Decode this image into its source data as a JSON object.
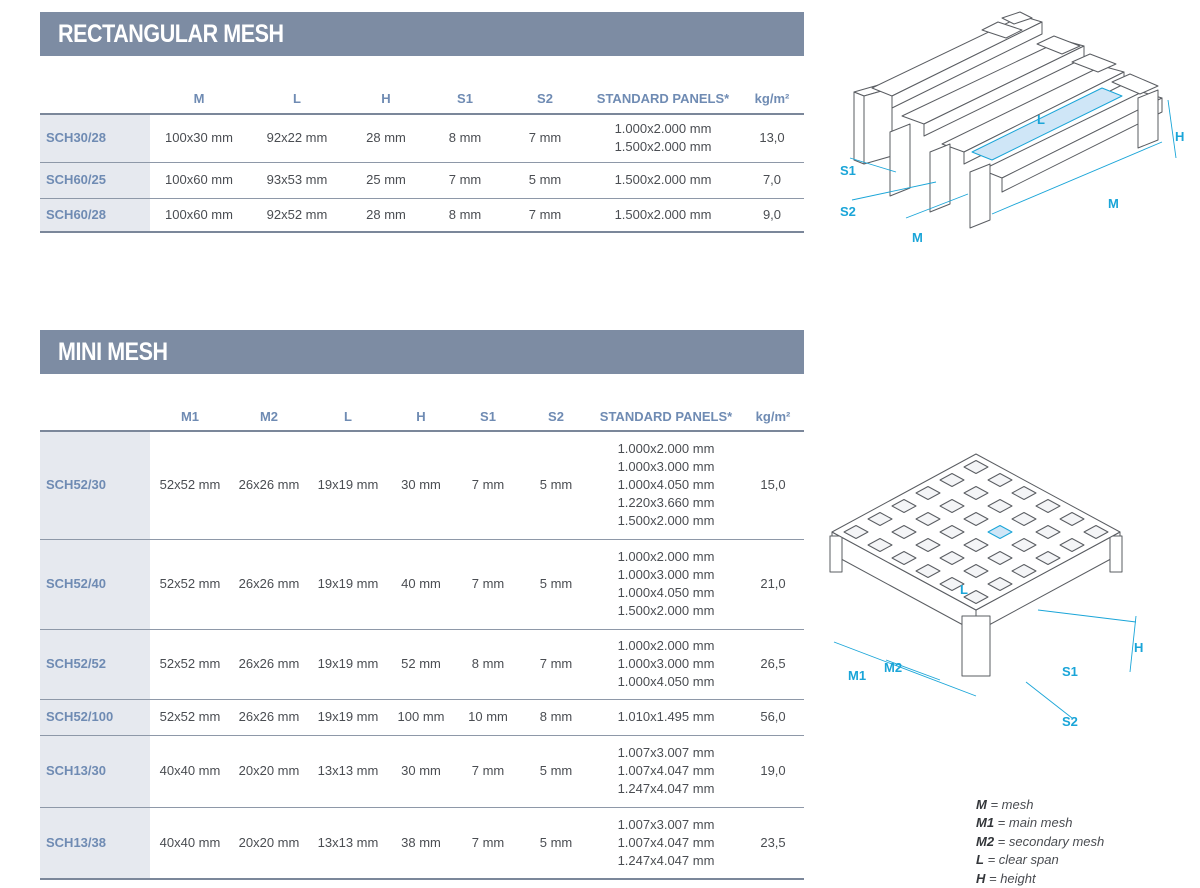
{
  "rectangular": {
    "title": "RECTANGULAR MESH",
    "headers": [
      "",
      "M",
      "L",
      "H",
      "S1",
      "S2",
      "STANDARD PANELS*",
      "kg/m²"
    ],
    "rows": [
      {
        "code": "SCH30/28",
        "cells": [
          "100x30 mm",
          "92x22 mm",
          "28 mm",
          "8 mm",
          "7 mm"
        ],
        "panels": [
          "1.000x2.000 mm",
          "1.500x2.000 mm"
        ],
        "kg": "13,0"
      },
      {
        "code": "SCH60/25",
        "cells": [
          "100x60 mm",
          "93x53 mm",
          "25 mm",
          "7 mm",
          "5 mm"
        ],
        "panels": [
          "1.500x2.000 mm"
        ],
        "kg": "7,0"
      },
      {
        "code": "SCH60/28",
        "cells": [
          "100x60 mm",
          "92x52 mm",
          "28 mm",
          "8 mm",
          "7 mm"
        ],
        "panels": [
          "1.500x2.000 mm"
        ],
        "kg": "9,0"
      }
    ]
  },
  "mini": {
    "title": "MINI MESH",
    "headers": [
      "",
      "M1",
      "M2",
      "L",
      "H",
      "S1",
      "S2",
      "STANDARD PANELS*",
      "kg/m²"
    ],
    "rows": [
      {
        "code": "SCH52/30",
        "cells": [
          "52x52 mm",
          "26x26 mm",
          "19x19 mm",
          "30 mm",
          "7 mm",
          "5 mm"
        ],
        "panels": [
          "1.000x2.000 mm",
          "1.000x3.000 mm",
          "1.000x4.050 mm",
          "1.220x3.660 mm",
          "1.500x2.000 mm"
        ],
        "kg": "15,0"
      },
      {
        "code": "SCH52/40",
        "cells": [
          "52x52 mm",
          "26x26 mm",
          "19x19 mm",
          "40 mm",
          "7 mm",
          "5 mm"
        ],
        "panels": [
          "1.000x2.000 mm",
          "1.000x3.000 mm",
          "1.000x4.050 mm",
          "1.500x2.000 mm"
        ],
        "kg": "21,0"
      },
      {
        "code": "SCH52/52",
        "cells": [
          "52x52 mm",
          "26x26 mm",
          "19x19 mm",
          "52 mm",
          "8 mm",
          "7 mm"
        ],
        "panels": [
          "1.000x2.000 mm",
          "1.000x3.000 mm",
          "1.000x4.050 mm"
        ],
        "kg": "26,5"
      },
      {
        "code": "SCH52/100",
        "cells": [
          "52x52 mm",
          "26x26 mm",
          "19x19 mm",
          "100 mm",
          "10 mm",
          "8 mm"
        ],
        "panels": [
          "1.010x1.495 mm"
        ],
        "kg": "56,0"
      },
      {
        "code": "SCH13/30",
        "cells": [
          "40x40 mm",
          "20x20 mm",
          "13x13 mm",
          "30 mm",
          "7 mm",
          "5 mm"
        ],
        "panels": [
          "1.007x3.007 mm",
          "1.007x4.047 mm",
          "1.247x4.047 mm"
        ],
        "kg": "19,0"
      },
      {
        "code": "SCH13/38",
        "cells": [
          "40x40 mm",
          "20x20 mm",
          "13x13 mm",
          "38 mm",
          "7 mm",
          "5 mm"
        ],
        "panels": [
          "1.007x3.007 mm",
          "1.007x4.047 mm",
          "1.247x4.047 mm"
        ],
        "kg": "23,5"
      }
    ]
  },
  "diagram_rect": {
    "labels": {
      "L": "L",
      "H": "H",
      "S1": "S1",
      "S2": "S2",
      "M_right": "M",
      "M_left": "M"
    }
  },
  "diagram_mini": {
    "labels": {
      "L": "L",
      "H": "H",
      "M1": "M1",
      "M2": "M2",
      "S1": "S1",
      "S2": "S2"
    }
  },
  "legend": [
    {
      "key": "M",
      "text": " = mesh"
    },
    {
      "key": "M1",
      "text": " = main mesh"
    },
    {
      "key": "M2",
      "text": " = secondary mesh"
    },
    {
      "key": "L",
      "text": " = clear span"
    },
    {
      "key": "H",
      "text": " = height"
    }
  ],
  "colors": {
    "banner": "#7d8ca3",
    "header_text": "#6f8bb3",
    "code_bg": "#e6e9ef",
    "dimension": "#1aa5d8",
    "highlight": "#cfe6f7"
  }
}
